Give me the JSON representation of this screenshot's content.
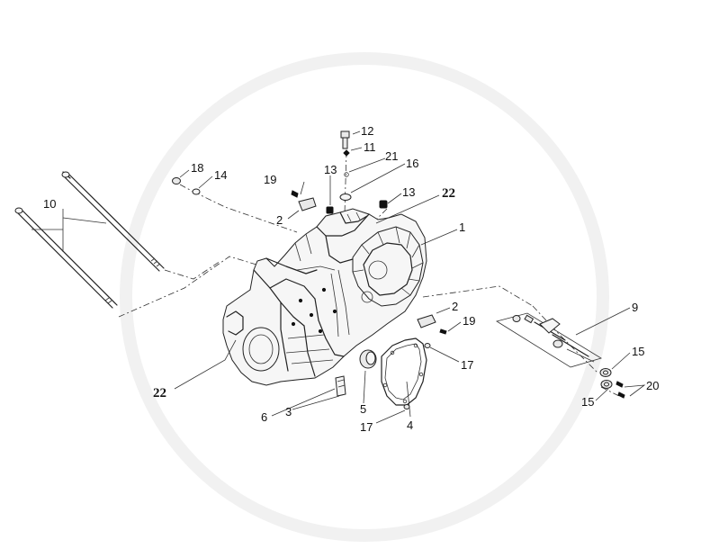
{
  "diagram": {
    "callouts": {
      "c1": "1",
      "c2a": "2",
      "c2b": "2",
      "c3": "3",
      "c4": "4",
      "c5": "5",
      "c6": "6",
      "c9": "9",
      "c10": "10",
      "c11": "11",
      "c12": "12",
      "c13a": "13",
      "c13b": "13",
      "c14": "14",
      "c15a": "15",
      "c15b": "15",
      "c16": "16",
      "c17a": "17",
      "c17b": "17",
      "c18": "18",
      "c19a": "19",
      "c19b": "19",
      "c20": "20",
      "c21": "21",
      "c22a": "22",
      "c22b": "22"
    }
  }
}
